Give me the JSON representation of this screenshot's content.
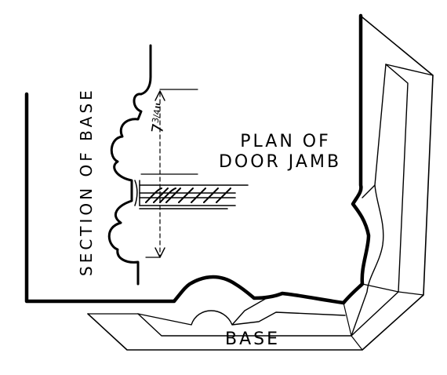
{
  "labels": {
    "plan_line1": "PLAN OF",
    "plan_line2": "DOOR JAMB",
    "section": "SECTION OF BASE",
    "base": "BASE",
    "dimension_whole": "7",
    "dimension_fraction": "3/4",
    "dimension_mark": "\""
  },
  "colors": {
    "ink": "#000000",
    "paper": "#ffffff"
  }
}
